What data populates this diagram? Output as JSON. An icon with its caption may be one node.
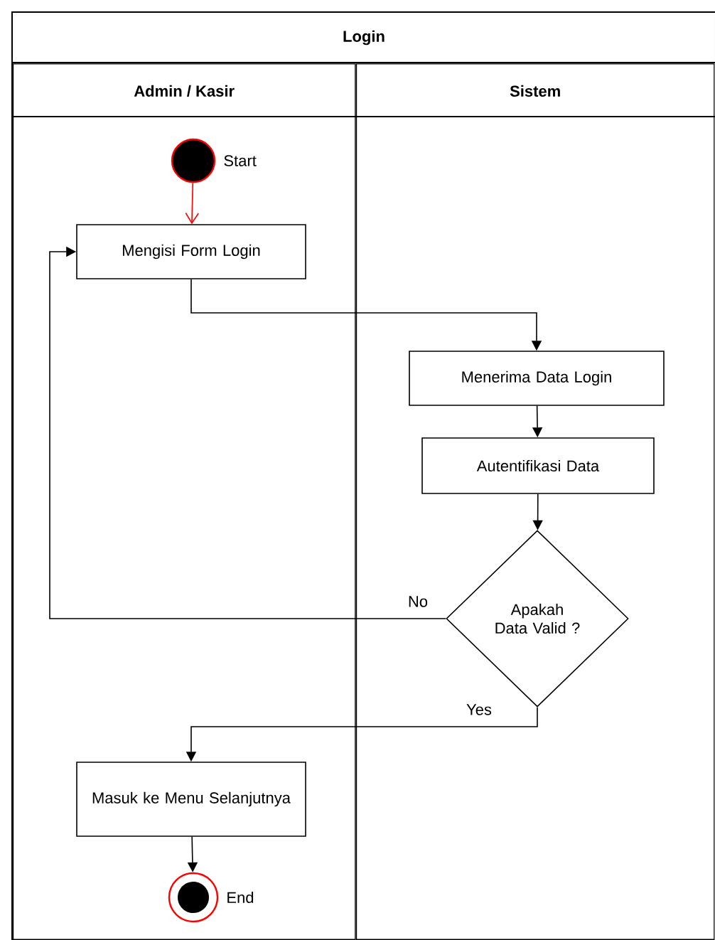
{
  "diagram": {
    "nodes": [
      {
        "text": [
          "Login"
        ]
      },
      {
        "text": [
          "Admin / Kasir"
        ],
        "in": 0
      },
      {
        "text": [
          "Sistem"
        ],
        "in": 0
      },
      {
        "text": [],
        "shape": "circle",
        "beside": [
          "Start"
        ],
        "in": 1
      },
      {
        "text": [
          "Mengisi Form Login"
        ],
        "in": 1
      },
      {
        "text": [
          "Menerima Data Login"
        ],
        "in": 2
      },
      {
        "text": [
          "Autentifikasi Data"
        ],
        "in": 2
      },
      {
        "text": [
          "Apakah Data Valid ?"
        ],
        "in": 2
      },
      {
        "text": [
          "Masuk ke Menu Selanjutnya"
        ],
        "in": 1
      },
      {
        "text": [],
        "shape": "circle",
        "beside": [
          "End"
        ],
        "in": 1
      }
    ],
    "edges": [
      {
        "from": 3,
        "to": 4,
        "arrow": "to",
        "color": "#ff0000"
      },
      {
        "from": 4,
        "to": 5,
        "arrow": "to"
      },
      {
        "from": 5,
        "to": 6,
        "arrow": "to"
      },
      {
        "from": 6,
        "to": 7,
        "arrow": "to"
      },
      {
        "from": 7,
        "to": 4,
        "arrow": "to",
        "label": "No"
      },
      {
        "from": 7,
        "to": 8,
        "arrow": "to",
        "label": "Yes"
      },
      {
        "from": 8,
        "to": 9,
        "arrow": "to"
      }
    ]
  }
}
